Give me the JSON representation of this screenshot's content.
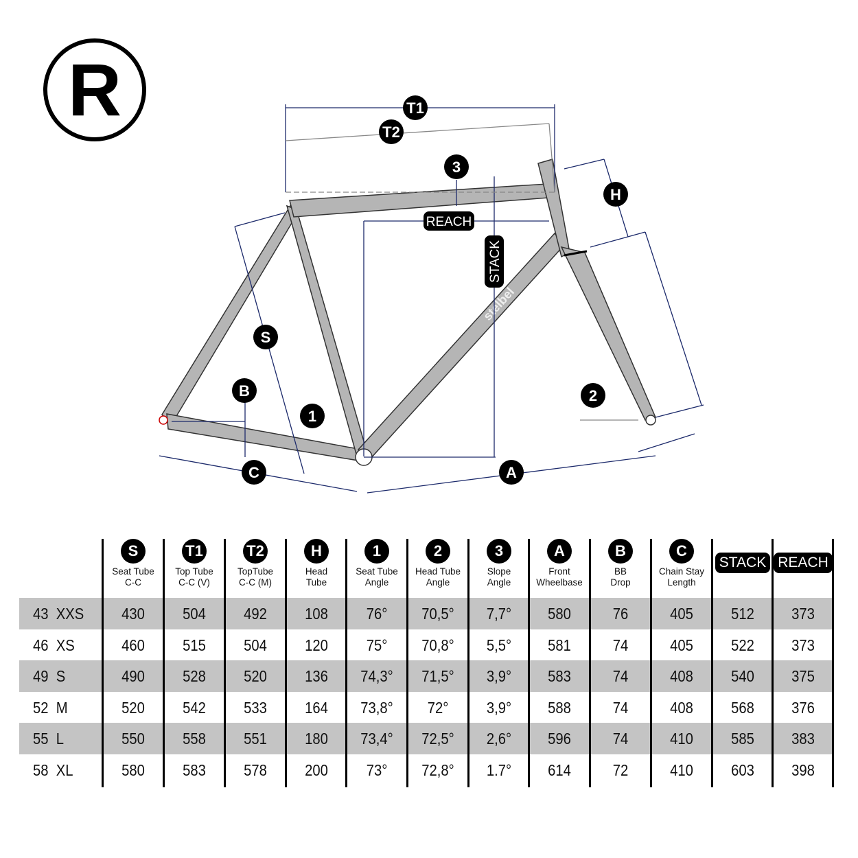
{
  "logo": {
    "letter": "R"
  },
  "diagram": {
    "frame_brand": "stelbel",
    "labels": {
      "T1": "T1",
      "T2": "T2",
      "S": "S",
      "H": "H",
      "one": "1",
      "two": "2",
      "three": "3",
      "A": "A",
      "B": "B",
      "C": "C",
      "stack": "STACK",
      "reach": "REACH"
    }
  },
  "table": {
    "columns": [
      {
        "badge": "S",
        "label": [
          "Seat Tube",
          "C-C"
        ]
      },
      {
        "badge": "T1",
        "label": [
          "Top Tube",
          "C-C (V)"
        ]
      },
      {
        "badge": "T2",
        "label": [
          "TopTube",
          "C-C (M)"
        ]
      },
      {
        "badge": "H",
        "label": [
          "Head",
          "Tube"
        ]
      },
      {
        "badge": "1",
        "label": [
          "Seat Tube",
          "Angle"
        ]
      },
      {
        "badge": "2",
        "label": [
          "Head Tube",
          "Angle"
        ]
      },
      {
        "badge": "3",
        "label": [
          "Slope",
          "Angle"
        ]
      },
      {
        "badge": "A",
        "label": [
          "Front",
          "Wheelbase"
        ]
      },
      {
        "badge": "B",
        "label": [
          "BB",
          "Drop"
        ]
      },
      {
        "badge": "C",
        "label": [
          "Chain Stay",
          "Length"
        ]
      },
      {
        "pill": "STACK",
        "label": [
          "",
          ""
        ]
      },
      {
        "pill": "REACH",
        "label": [
          "",
          ""
        ]
      }
    ],
    "rows": [
      {
        "size": "43  XXS",
        "values": [
          "430",
          "504",
          "492",
          "108",
          "76°",
          "70,5°",
          "7,7°",
          "580",
          "76",
          "405",
          "512",
          "373"
        ]
      },
      {
        "size": "46  XS",
        "values": [
          "460",
          "515",
          "504",
          "120",
          "75°",
          "70,8°",
          "5,5°",
          "581",
          "74",
          "405",
          "522",
          "373"
        ]
      },
      {
        "size": "49  S",
        "values": [
          "490",
          "528",
          "520",
          "136",
          "74,3°",
          "71,5°",
          "3,9°",
          "583",
          "74",
          "408",
          "540",
          "375"
        ]
      },
      {
        "size": "52  M",
        "values": [
          "520",
          "542",
          "533",
          "164",
          "73,8°",
          "72°",
          "3,9°",
          "588",
          "74",
          "408",
          "568",
          "376"
        ]
      },
      {
        "size": "55  L",
        "values": [
          "550",
          "558",
          "551",
          "180",
          "73,4°",
          "72,5°",
          "2,6°",
          "596",
          "74",
          "410",
          "585",
          "383"
        ]
      },
      {
        "size": "58  XL",
        "values": [
          "580",
          "583",
          "578",
          "200",
          "73°",
          "72,8°",
          "1.7°",
          "614",
          "72",
          "410",
          "603",
          "398"
        ]
      }
    ]
  }
}
